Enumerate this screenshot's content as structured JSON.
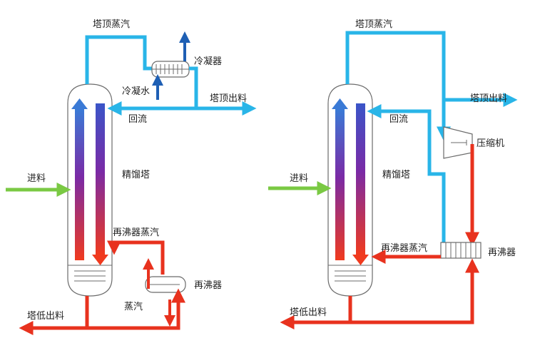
{
  "colors": {
    "cold": "#29b5e8",
    "hot": "#e8321e",
    "feed": "#7ac943",
    "water": "#1e5fb4",
    "outline": "#6b6b6b"
  },
  "left": {
    "top_vapor": "塔顶蒸汽",
    "condenser": "冷凝器",
    "cooling_water": "冷凝水",
    "top_product": "塔顶出料",
    "reflux": "回流",
    "column": "精馏塔",
    "feed": "进料",
    "reboiler_vapor": "再沸器蒸汽",
    "steam": "蒸汽",
    "reboiler": "再沸器",
    "bottom_product": "塔低出料"
  },
  "right": {
    "top_vapor": "塔顶蒸汽",
    "top_product": "塔顶出料",
    "reflux": "回流",
    "compressor": "压缩机",
    "column": "精馏塔",
    "feed": "进料",
    "reboiler_vapor": "再沸器蒸汽",
    "reboiler": "再沸器",
    "bottom_product": "塔低出料"
  }
}
